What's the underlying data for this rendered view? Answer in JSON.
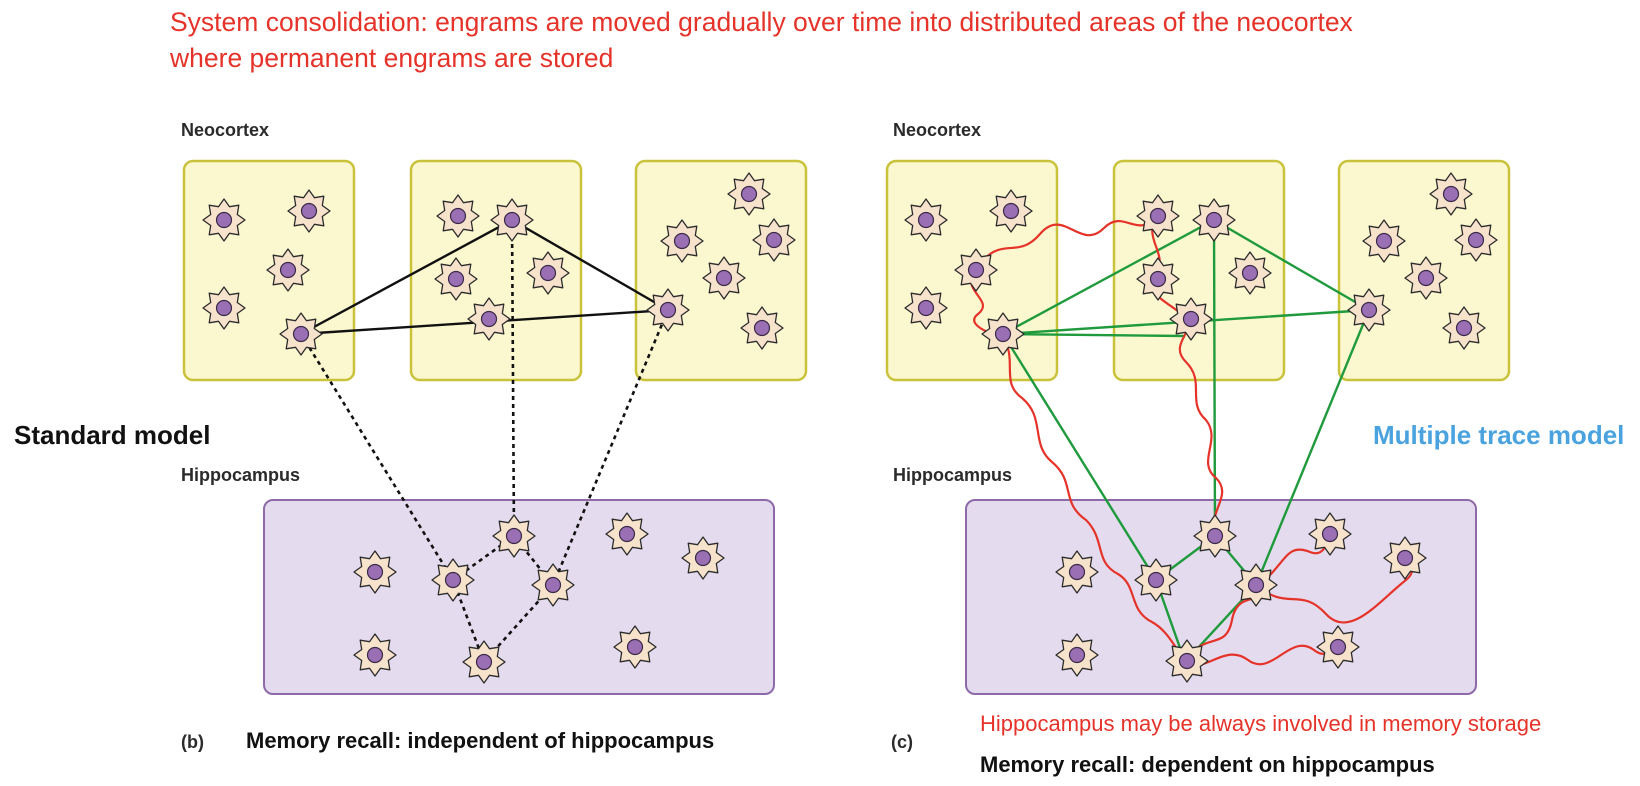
{
  "title": {
    "line1": "System consolidation: engrams are moved gradually over time into distributed areas of the neocortex",
    "line2": "where permanent engrams are stored"
  },
  "labels": {
    "neocortex": "Neocortex",
    "hippocampus": "Hippocampus",
    "standard_model": "Standard model",
    "multiple_trace_model": "Multiple trace model"
  },
  "panel_b": {
    "letter": "(b)",
    "caption": "Memory recall: independent of hippocampus"
  },
  "panel_c": {
    "letter": "(c)",
    "note": "Hippocampus may be always involved in memory storage",
    "caption": "Memory recall: dependent on hippocampus"
  },
  "colors": {
    "title": "#e5332a",
    "neocortex_fill": "#fbf8d0",
    "neocortex_stroke": "#c9c23a",
    "hippocampus_fill": "#e4dcee",
    "hippocampus_stroke": "#8e6aa8",
    "neuron_body": "#f7e3cc",
    "neuron_nucleus": "#9a6fb3",
    "standard_links": "#111111",
    "trace_links": "#1f9a3c",
    "trace_wave": "#e5332a",
    "multiple_trace_label": "#4aa3df"
  }
}
